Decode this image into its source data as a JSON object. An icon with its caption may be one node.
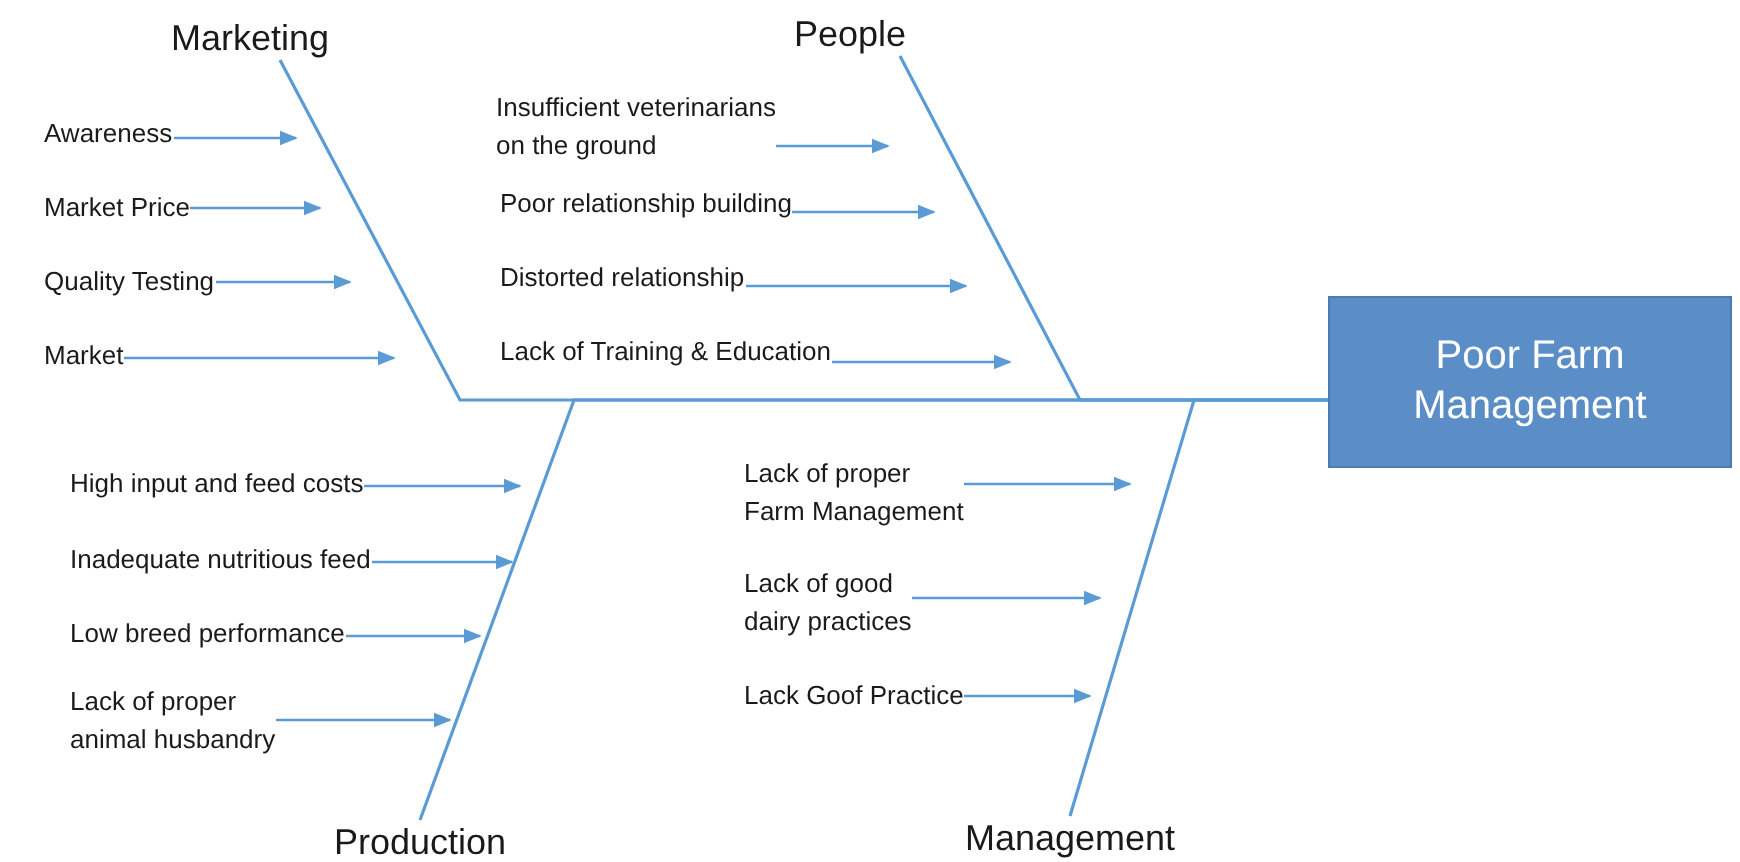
{
  "diagram": {
    "nodes": [
      {
        "text": [
          "Marketing"
        ]
      },
      {
        "text": [
          "Awareness"
        ]
      },
      {
        "text": [
          "Market Price"
        ]
      },
      {
        "text": [
          "Quality Testing"
        ]
      },
      {
        "text": [
          "Market"
        ]
      },
      {
        "text": [
          "People"
        ]
      },
      {
        "text": [
          "Insufficient veterinarians on the ground"
        ]
      },
      {
        "text": [
          "Poor relationship building"
        ]
      },
      {
        "text": [
          "Distorted relationship"
        ]
      },
      {
        "text": [
          "Lack of Training & Education"
        ]
      },
      {
        "text": [
          "Poor Farm Management"
        ]
      },
      {
        "text": [
          "Production"
        ]
      },
      {
        "text": [
          "High input and feed costs"
        ]
      },
      {
        "text": [
          "Inadequate nutritious feed"
        ]
      },
      {
        "text": [
          "Low breed performance"
        ]
      },
      {
        "text": [
          "Lack of proper animal husbandry"
        ]
      },
      {
        "text": [
          "Management"
        ]
      },
      {
        "text": [
          "Lack of proper Farm Management"
        ]
      },
      {
        "text": [
          "Lack of good dairy practices"
        ]
      },
      {
        "text": [
          "Lack Goof Practice"
        ]
      }
    ],
    "edges": [
      {
        "from": 1,
        "to": null,
        "arrow": "to"
      },
      {
        "from": 2,
        "to": null,
        "arrow": "to"
      },
      {
        "from": 3,
        "to": null,
        "arrow": "to"
      },
      {
        "from": 4,
        "to": null,
        "arrow": "to"
      },
      {
        "from": 6,
        "to": null,
        "arrow": "to"
      },
      {
        "from": 7,
        "to": null,
        "arrow": "to"
      },
      {
        "from": 8,
        "to": null,
        "arrow": "to"
      },
      {
        "from": 9,
        "to": null,
        "arrow": "to"
      },
      {
        "from": 12,
        "to": null,
        "arrow": "to"
      },
      {
        "from": 13,
        "to": null,
        "arrow": "to"
      },
      {
        "from": 14,
        "to": null,
        "arrow": "to"
      },
      {
        "from": 15,
        "to": null,
        "arrow": "to"
      },
      {
        "from": 17,
        "to": null,
        "arrow": "to"
      },
      {
        "from": 18,
        "to": null,
        "arrow": "to"
      },
      {
        "from": 19,
        "to": null,
        "arrow": "to"
      },
      {
        "from": 0,
        "to": 10,
        "arrow": "none"
      },
      {
        "from": 5,
        "to": 10,
        "arrow": "none"
      },
      {
        "from": 11,
        "to": 10,
        "arrow": "none"
      },
      {
        "from": 16,
        "to": 10,
        "arrow": "none"
      }
    ]
  }
}
